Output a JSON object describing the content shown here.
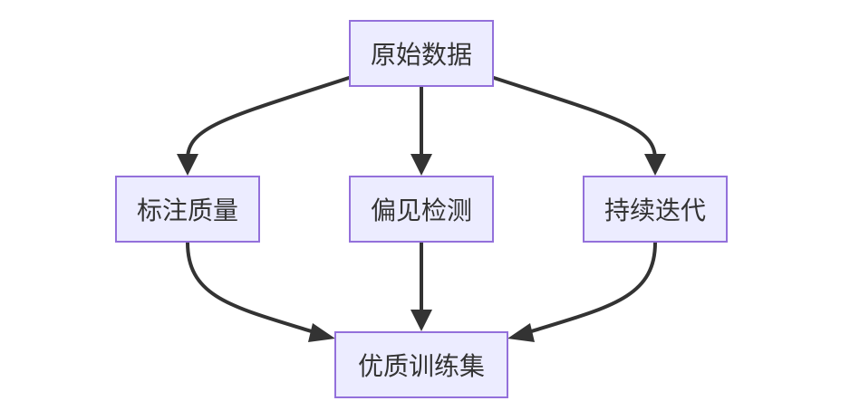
{
  "diagram": {
    "nodes": {
      "raw_data": "原始数据",
      "label_quality": "标注质量",
      "bias_detection": "偏见检测",
      "continuous_iteration": "持续迭代",
      "quality_training_set": "优质训练集"
    },
    "edges": [
      {
        "from": "raw_data",
        "to": "label_quality"
      },
      {
        "from": "raw_data",
        "to": "bias_detection"
      },
      {
        "from": "raw_data",
        "to": "continuous_iteration"
      },
      {
        "from": "label_quality",
        "to": "quality_training_set"
      },
      {
        "from": "bias_detection",
        "to": "quality_training_set"
      },
      {
        "from": "continuous_iteration",
        "to": "quality_training_set"
      }
    ],
    "colors": {
      "node_fill": "#ECECFF",
      "node_border": "#9370DB",
      "edge": "#333333",
      "text": "#333333"
    }
  }
}
